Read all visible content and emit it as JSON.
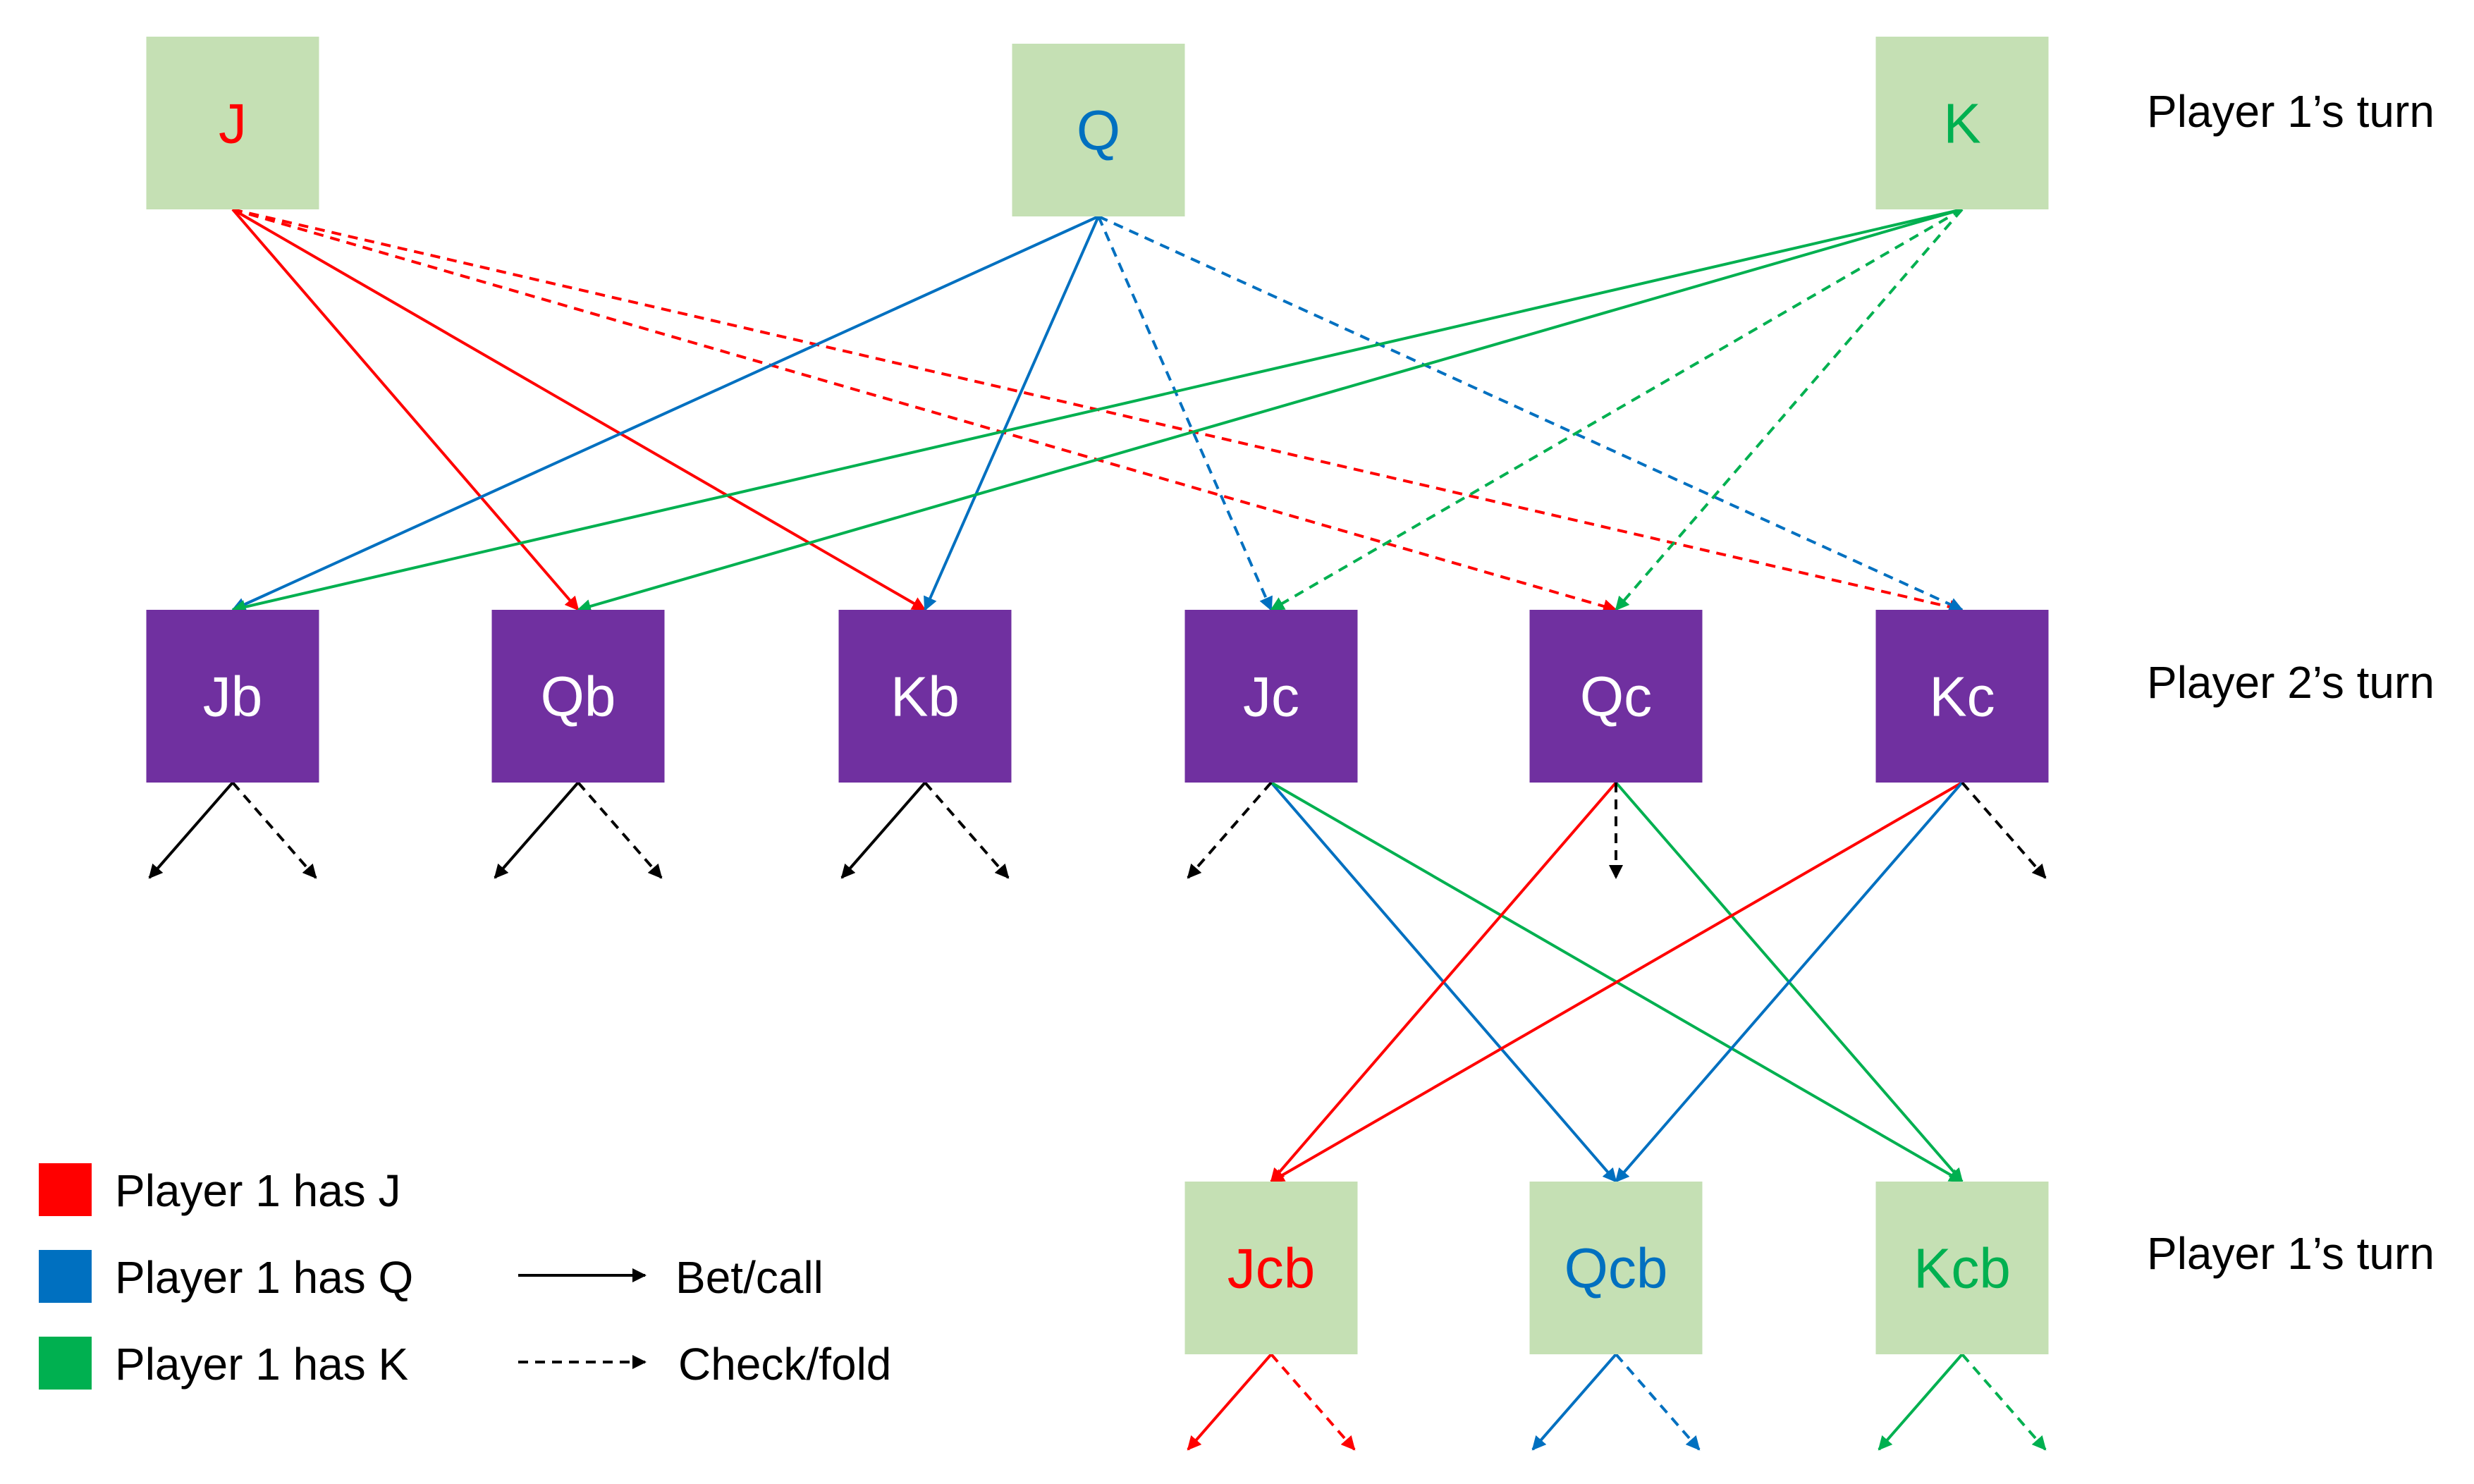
{
  "colors": {
    "j": "#ff0000",
    "q": "#0070c0",
    "k": "#00b050",
    "black": "#000000",
    "node_green": "#c5e0b4",
    "node_purple": "#7030a0",
    "node_purple_text": "#ffffff"
  },
  "rows": {
    "row1": "Player 1’s turn",
    "row2": "Player 2’s turn",
    "row3": "Player 1’s turn"
  },
  "nodes": {
    "J": {
      "label": "J",
      "color": "j"
    },
    "Q": {
      "label": "Q",
      "color": "q"
    },
    "K": {
      "label": "K",
      "color": "k"
    },
    "Jb": {
      "label": "Jb"
    },
    "Qb": {
      "label": "Qb"
    },
    "Kb": {
      "label": "Kb"
    },
    "Jc": {
      "label": "Jc"
    },
    "Qc": {
      "label": "Qc"
    },
    "Kc": {
      "label": "Kc"
    },
    "Jcb": {
      "label": "Jcb",
      "color": "j"
    },
    "Qcb": {
      "label": "Qcb",
      "color": "q"
    },
    "Kcb": {
      "label": "Kcb",
      "color": "k"
    }
  },
  "edges": [
    {
      "from": "J",
      "to": "Qb",
      "color": "j",
      "style": "solid"
    },
    {
      "from": "J",
      "to": "Kb",
      "color": "j",
      "style": "solid"
    },
    {
      "from": "J",
      "to": "Qc",
      "color": "j",
      "style": "dashed"
    },
    {
      "from": "J",
      "to": "Kc",
      "color": "j",
      "style": "dashed"
    },
    {
      "from": "Q",
      "to": "Jb",
      "color": "q",
      "style": "solid"
    },
    {
      "from": "Q",
      "to": "Kb",
      "color": "q",
      "style": "solid"
    },
    {
      "from": "Q",
      "to": "Jc",
      "color": "q",
      "style": "dashed"
    },
    {
      "from": "Q",
      "to": "Kc",
      "color": "q",
      "style": "dashed"
    },
    {
      "from": "K",
      "to": "Jb",
      "color": "k",
      "style": "solid"
    },
    {
      "from": "K",
      "to": "Qb",
      "color": "k",
      "style": "solid"
    },
    {
      "from": "K",
      "to": "Jc",
      "color": "k",
      "style": "dashed"
    },
    {
      "from": "K",
      "to": "Qc",
      "color": "k",
      "style": "dashed"
    },
    {
      "from": "Jc",
      "to": "Qcb",
      "color": "q",
      "style": "solid"
    },
    {
      "from": "Jc",
      "to": "Kcb",
      "color": "k",
      "style": "solid"
    },
    {
      "from": "Qc",
      "to": "Jcb",
      "color": "j",
      "style": "solid"
    },
    {
      "from": "Qc",
      "to": "Kcb",
      "color": "k",
      "style": "solid"
    },
    {
      "from": "Kc",
      "to": "Jcb",
      "color": "j",
      "style": "solid"
    },
    {
      "from": "Kc",
      "to": "Qcb",
      "color": "q",
      "style": "solid"
    }
  ],
  "stubs": [
    {
      "from": "Jb",
      "dir": "left",
      "color": "black",
      "style": "solid"
    },
    {
      "from": "Jb",
      "dir": "right",
      "color": "black",
      "style": "dashed"
    },
    {
      "from": "Qb",
      "dir": "left",
      "color": "black",
      "style": "solid"
    },
    {
      "from": "Qb",
      "dir": "right",
      "color": "black",
      "style": "dashed"
    },
    {
      "from": "Kb",
      "dir": "left",
      "color": "black",
      "style": "solid"
    },
    {
      "from": "Kb",
      "dir": "right",
      "color": "black",
      "style": "dashed"
    },
    {
      "from": "Jc",
      "dir": "left",
      "color": "black",
      "style": "dashed"
    },
    {
      "from": "Qc",
      "dir": "down",
      "color": "black",
      "style": "dashed"
    },
    {
      "from": "Kc",
      "dir": "right",
      "color": "black",
      "style": "dashed"
    },
    {
      "from": "Jcb",
      "dir": "left",
      "color": "j",
      "style": "solid"
    },
    {
      "from": "Jcb",
      "dir": "right",
      "color": "j",
      "style": "dashed"
    },
    {
      "from": "Qcb",
      "dir": "left",
      "color": "q",
      "style": "solid"
    },
    {
      "from": "Qcb",
      "dir": "right",
      "color": "q",
      "style": "dashed"
    },
    {
      "from": "Kcb",
      "dir": "left",
      "color": "k",
      "style": "solid"
    },
    {
      "from": "Kcb",
      "dir": "right",
      "color": "k",
      "style": "dashed"
    }
  ],
  "legend": {
    "j": "Player 1 has J",
    "q": "Player 1 has Q",
    "k": "Player 1 has K",
    "solid": "Bet/call",
    "dashed": "Check/fold"
  }
}
